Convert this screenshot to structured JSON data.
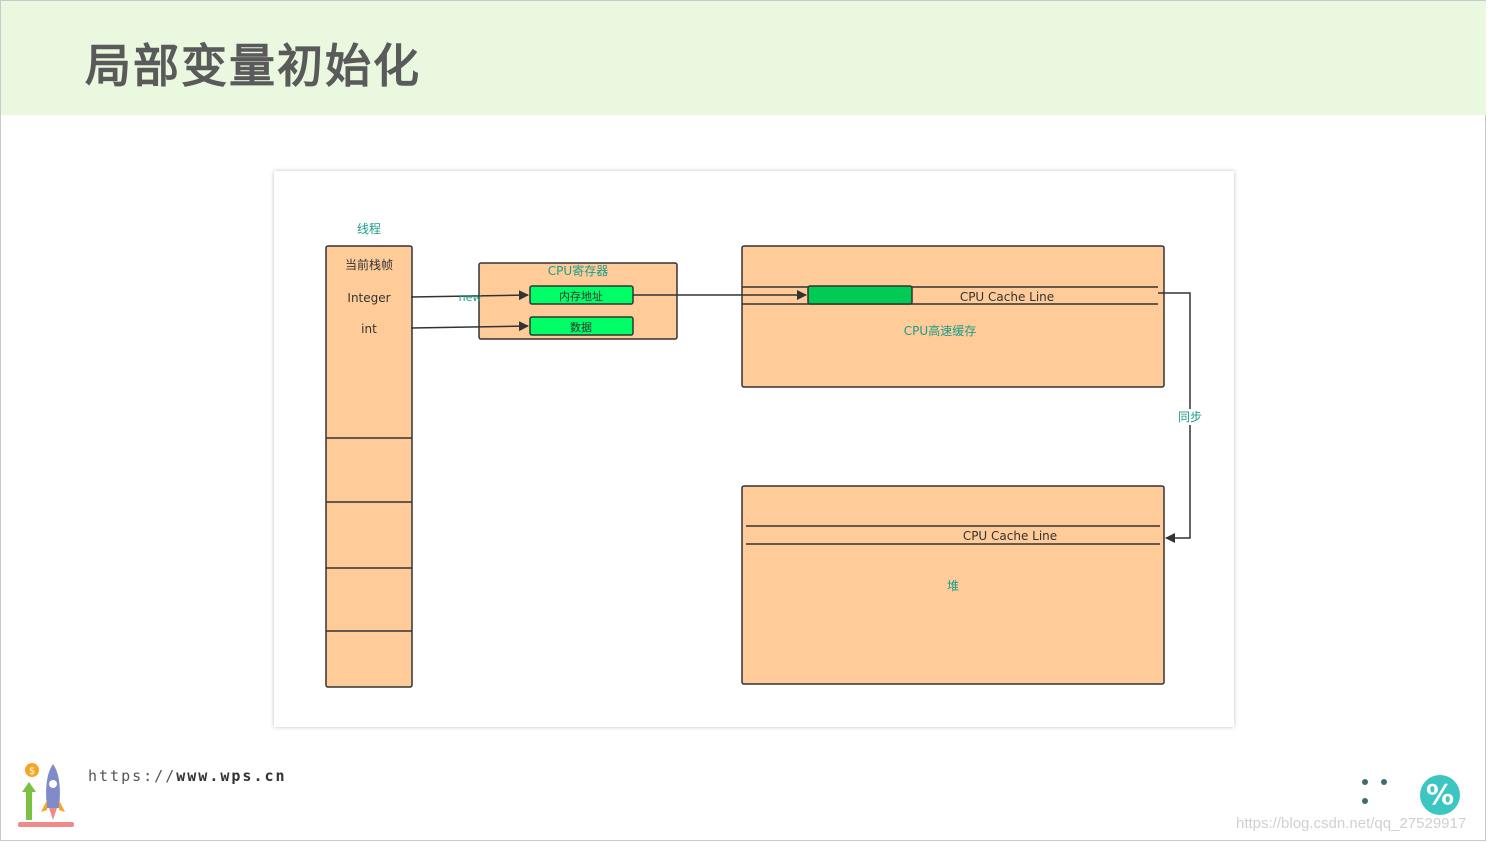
{
  "slide": {
    "title": "局部变量初始化"
  },
  "diagram": {
    "thread_label": "线程",
    "stack_frame_label": "当前栈帧",
    "var_integer": "Integer",
    "var_int": "int",
    "new_label": "new",
    "cpu_register_label": "CPU寄存器",
    "memory_address_label": "内存地址",
    "data_label": "数据",
    "cache_line_label": "CPU Cache Line",
    "cpu_cache_label": "CPU高速缓存",
    "sync_label": "同步",
    "heap_cache_line_label": "CPU Cache Line",
    "heap_label": "堆",
    "colors": {
      "box_fill": "#ffcc99",
      "green_fill": "#00ff66",
      "dark_green_fill": "#00cc55",
      "teal_text": "#1a9c8a",
      "stroke": "#333333"
    }
  },
  "footer": {
    "url_prefix": "https://",
    "url_bold": "www.wps.cn",
    "watermark": "https://blog.csdn.net/qq_27529917",
    "badge_symbol": "%",
    "logo_icon": "rocket-icon"
  }
}
